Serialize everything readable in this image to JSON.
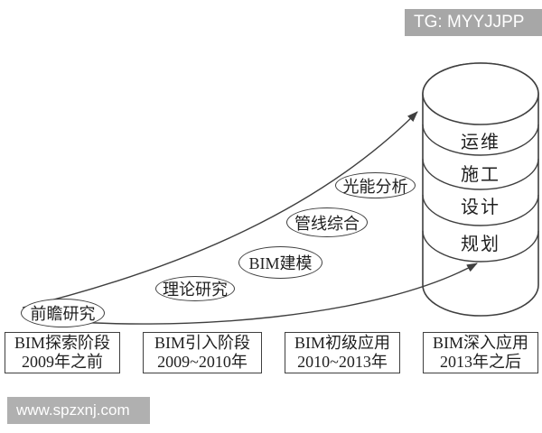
{
  "colors": {
    "line": "#3f3f3f",
    "text": "#1f1f1f",
    "badge_bg": "#a7a7a7",
    "watermark_bg": "#b0b0b0",
    "overlay_text": "#ffffff"
  },
  "badge": {
    "label": "TG: MYYJJPP"
  },
  "watermark": {
    "label": "www.spzxnj.com"
  },
  "diagram": {
    "bubbles": [
      {
        "label": "前瞻研究"
      },
      {
        "label": "理论研究"
      },
      {
        "label": "BIM建模"
      },
      {
        "label": "管线综合"
      },
      {
        "label": "光能分析"
      }
    ],
    "cylinder": {
      "layers": [
        {
          "label": "运维"
        },
        {
          "label": "施工"
        },
        {
          "label": "设计"
        },
        {
          "label": "规划"
        }
      ]
    },
    "phases": [
      {
        "name": "BIM探索阶段",
        "period": "2009年之前"
      },
      {
        "name": "BIM引入阶段",
        "period": "2009~2010年"
      },
      {
        "name": "BIM初级应用",
        "period": "2010~2013年"
      },
      {
        "name": "BIM深入应用",
        "period": "2013年之后"
      }
    ]
  }
}
